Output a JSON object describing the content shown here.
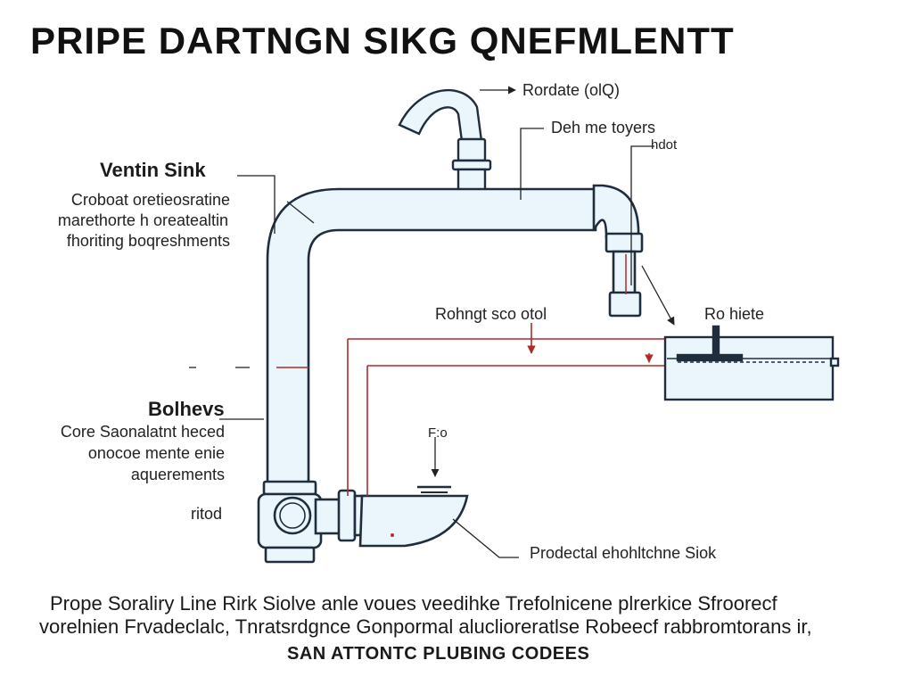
{
  "title": "PRIPE  DARTNGN SIKG QNEFMLENTT",
  "labels": {
    "rordate": "Rordate  (olQ)",
    "deh_line1": "Deh me toyers",
    "deh_line2": "hdot",
    "ventin_head": "Ventin Sink",
    "ventin_lines": [
      "Croboat oretieosratine",
      "marethorte  h oreatealtin",
      "fhoriting boqreshments"
    ],
    "rohngt": "Rohngt sco otol",
    "ro_hiete": "Ro hiete",
    "bolhevs_head": "Bolhevs",
    "bolhevs_lines": [
      "Core Saonalatnt heced",
      "onocoe mente enie",
      "aquerements"
    ],
    "ritod": "ritod",
    "fo": "F:o",
    "prodectal": "Prodectal ehohltchne Siok"
  },
  "footer": {
    "line1": "Prope  Soraliry Line  Rirk Siolve  anle  voues  veedihke  Trefolnicene  plrerkice  Sfroorecf",
    "line2": "vorelnien Frvadeclalc,  Tnratsrdgnce  Gonpormal  aluclioreratlse  Robeecf  rabbromtorans  ir,",
    "line3": "SAN  ATTONTC  PLUBING  CODEES"
  },
  "colors": {
    "pipe_fill": "#eaf6fc",
    "pipe_stroke": "#1f2d3d",
    "vent_line": "#b02a2a",
    "leader": "#222222"
  }
}
